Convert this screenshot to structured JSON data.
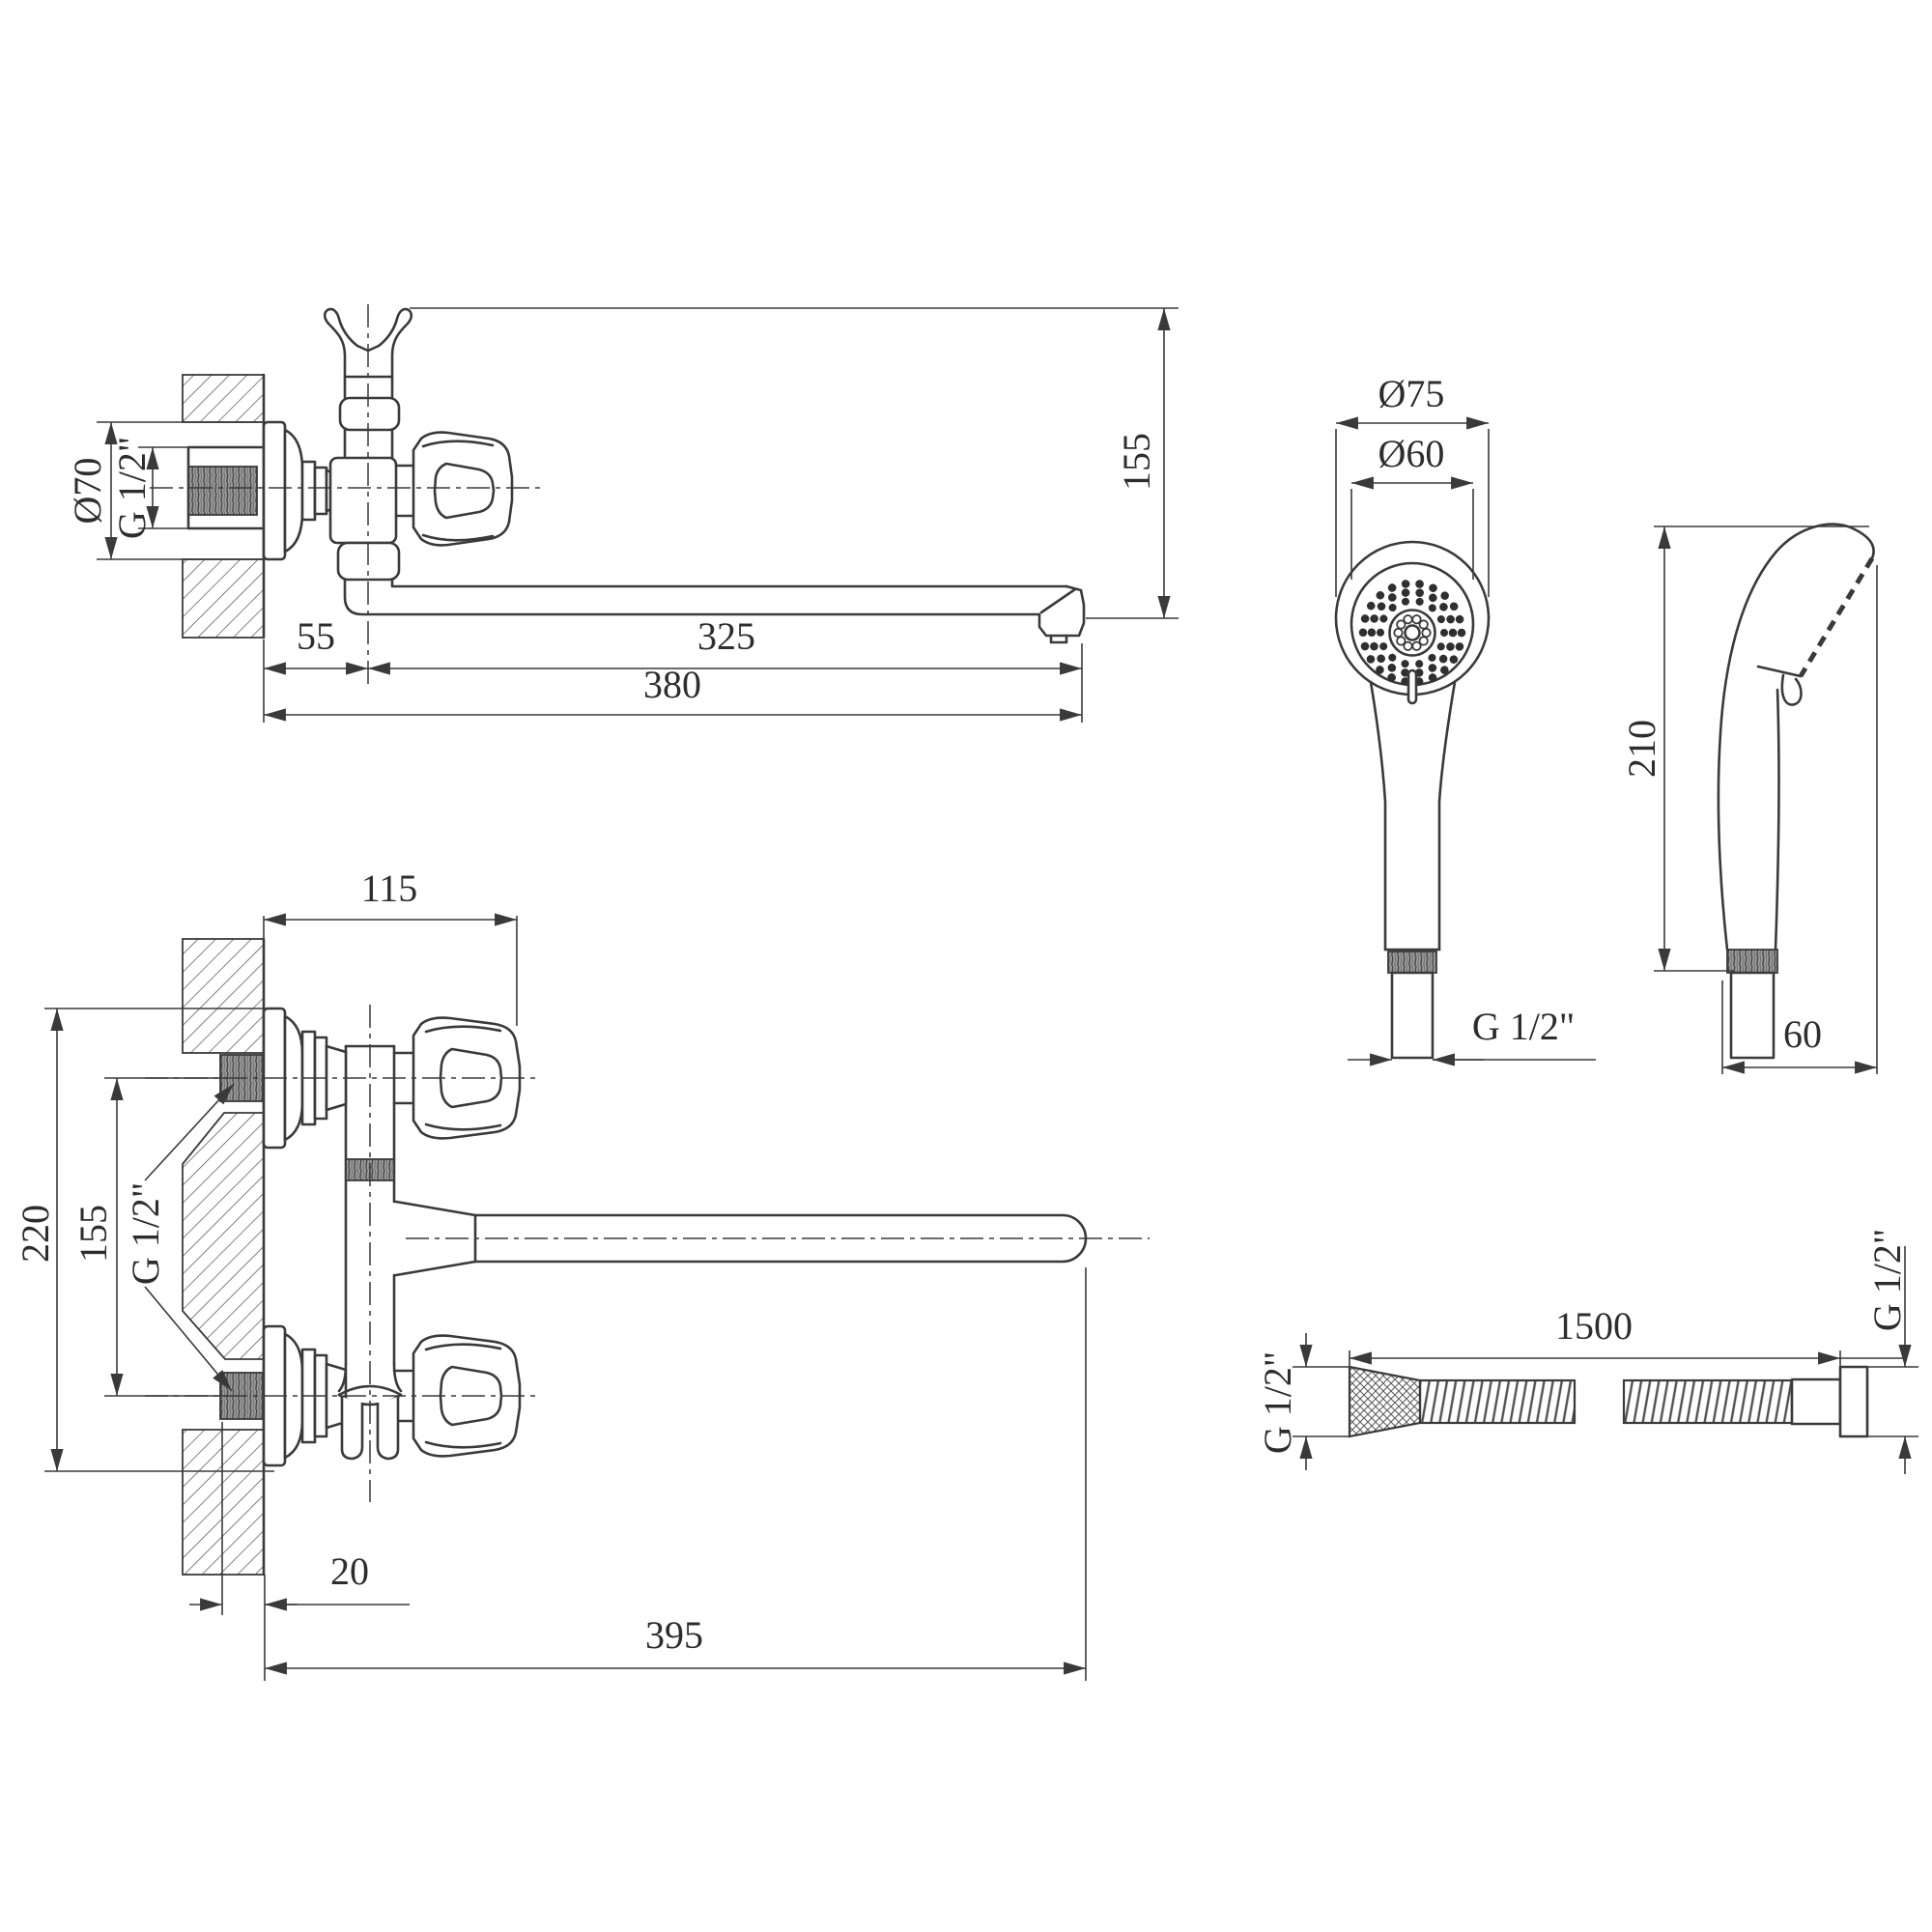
{
  "drawing": {
    "background": "#ffffff",
    "line_color": "#3a3a3a",
    "text_color": "#2d2d2d",
    "views": {
      "mixer_side": {
        "dims": {
          "flange_diameter": "Ø70",
          "thread": "G 1/2\"",
          "height": "155",
          "wall_to_axis": "55",
          "axis_to_spout_end": "325",
          "total_reach": "380"
        }
      },
      "mixer_front": {
        "dims": {
          "width": "115",
          "overall_height": "220",
          "centers_height": "155",
          "thread": "G 1/2\"",
          "wall_offset": "20",
          "total_reach": "395"
        }
      },
      "handset_front": {
        "dims": {
          "head_diameter": "Ø75",
          "face_diameter": "Ø60",
          "thread": "G 1/2\""
        }
      },
      "handset_side": {
        "dims": {
          "height": "210",
          "depth": "60"
        }
      },
      "hose": {
        "dims": {
          "length": "1500",
          "thread_left": "G 1/2\"",
          "thread_right": "G 1/2\""
        }
      }
    }
  }
}
